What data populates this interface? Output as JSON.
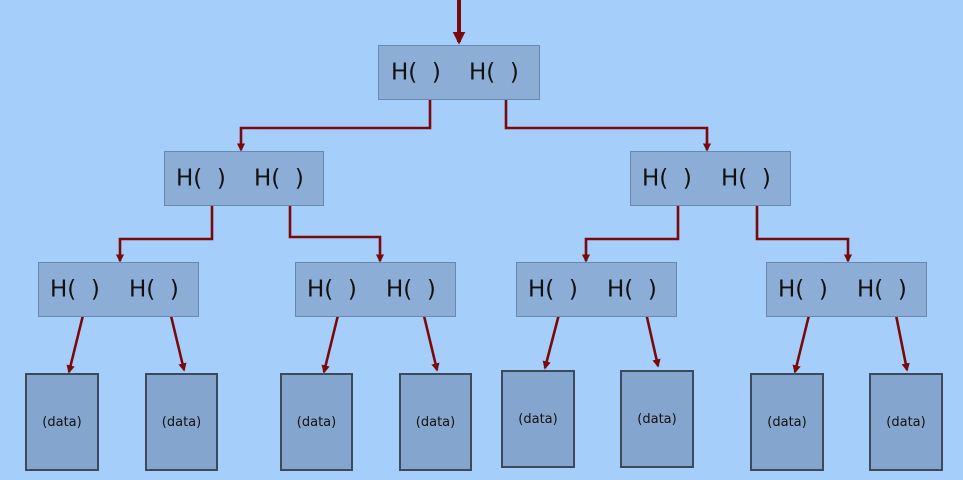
{
  "diagram": {
    "hash_label": "H(  )",
    "data_label": "(data)",
    "colors": {
      "background": "#a6cefa",
      "hash_box": "#8caed6",
      "data_box": "#84a5cd",
      "arrow": "#7a0a0a"
    },
    "levels": [
      {
        "level": "root",
        "hash_nodes": 1,
        "hashes_per_node": 2
      },
      {
        "level": "internal-1",
        "hash_nodes": 2,
        "hashes_per_node": 2
      },
      {
        "level": "internal-2",
        "hash_nodes": 4,
        "hashes_per_node": 2
      },
      {
        "level": "leaves",
        "data_blocks": 8
      }
    ]
  }
}
